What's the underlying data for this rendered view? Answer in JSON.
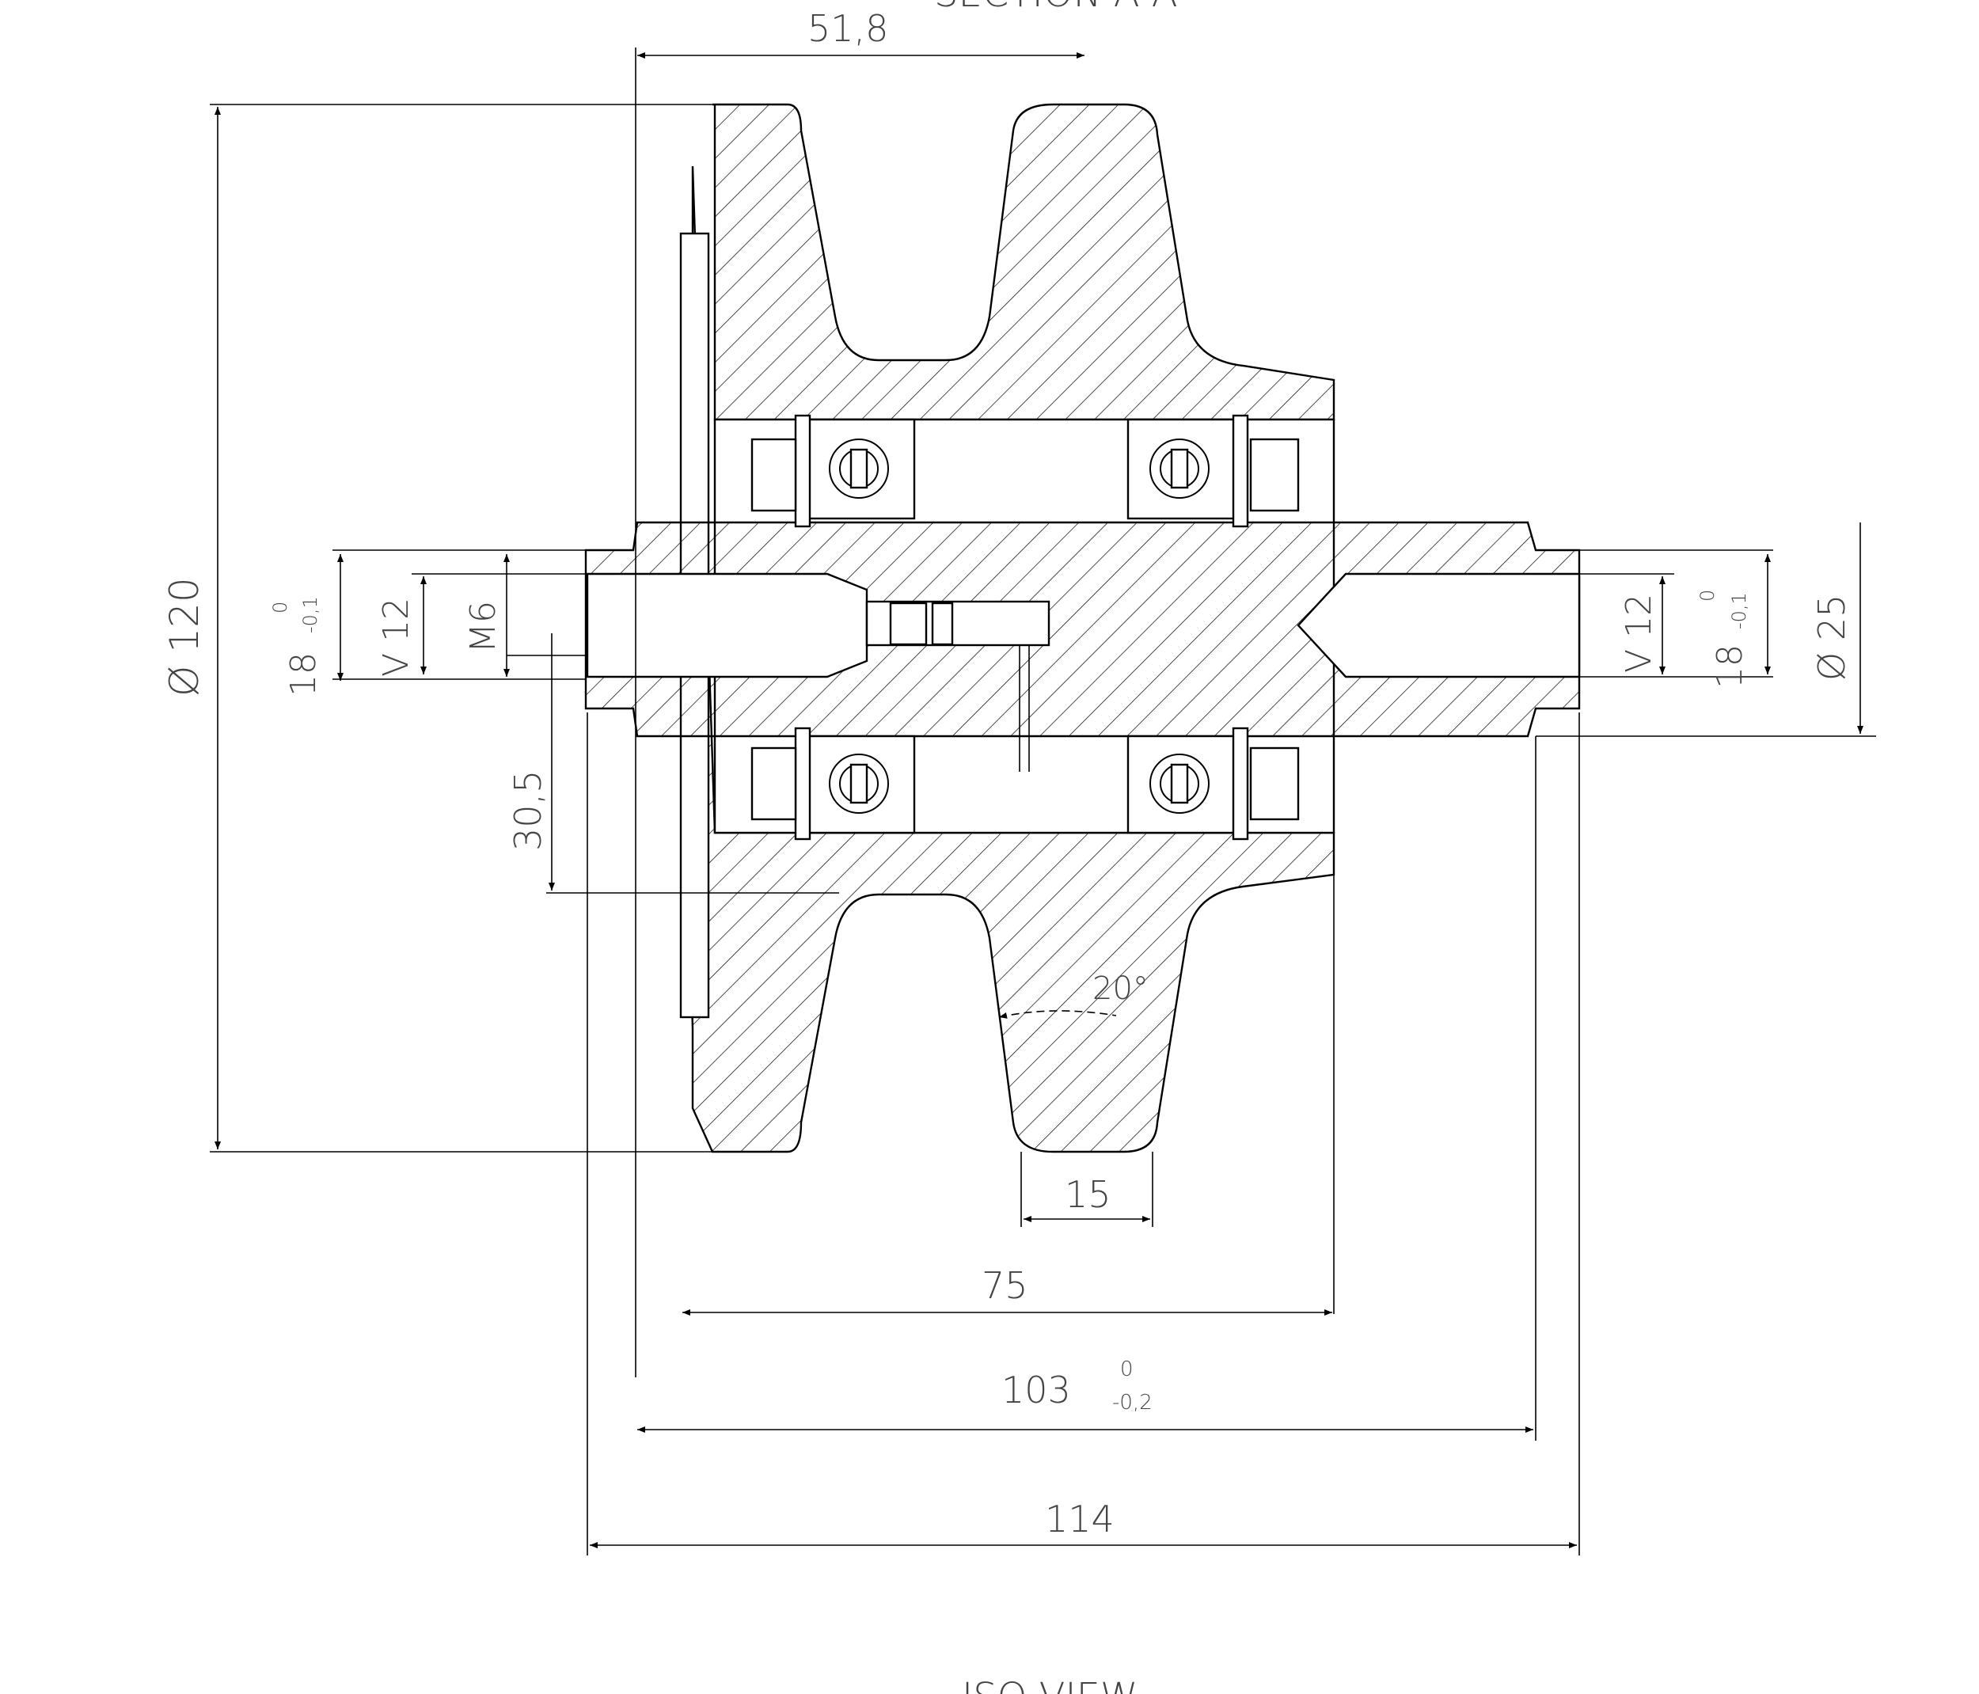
{
  "drawing": {
    "section_label": "SECTION A-A",
    "iso_label": "ISO VIEW"
  },
  "dimensions": {
    "flange_offset": "51,8",
    "outer_diameter": "Ø 120",
    "shaft_diameter": "Ø 25",
    "bore_left": "V 12",
    "bore_right": "V 12",
    "thread": "M6",
    "bore_depth_left": "18",
    "bore_depth_left_tol_upper": "0",
    "bore_depth_left_tol_lower": "-0,1",
    "bore_depth_right": "18",
    "bore_depth_right_tol_upper": "0",
    "bore_depth_right_tol_lower": "-0,1",
    "hub_radius": "30,5",
    "groove_angle": "20°",
    "groove_width": "15",
    "hub_length": "75",
    "shaft_length": "103",
    "shaft_length_tol_upper": "0",
    "shaft_length_tol_lower": "-0,2",
    "overall_length": "114"
  }
}
